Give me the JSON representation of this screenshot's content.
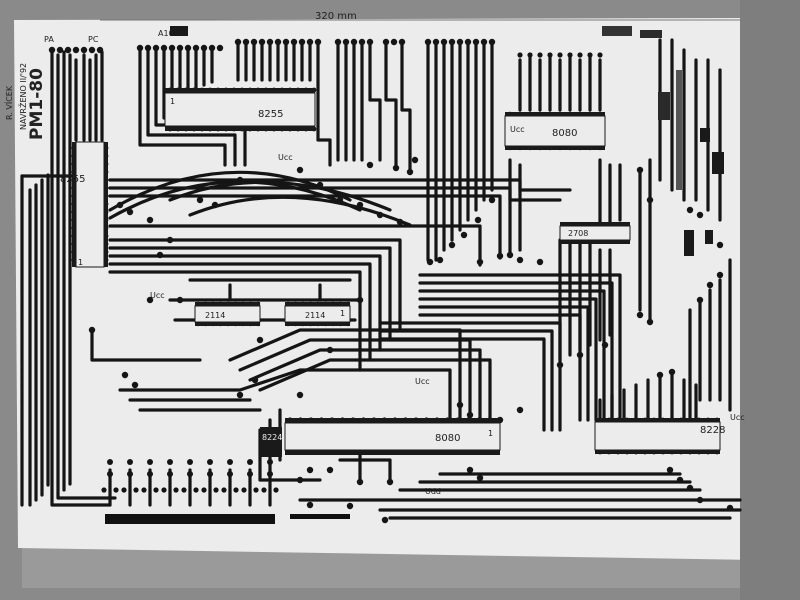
{
  "sheet": {
    "dimension_label": "320 mm",
    "title": "PM1-80",
    "designed_label": "NAVRŽENO II/'92",
    "author": "R. VÍCEK"
  },
  "chips": [
    {
      "id": "u8255_top",
      "label": "8255"
    },
    {
      "id": "u8255_left",
      "label": "8255"
    },
    {
      "id": "u8080_tr",
      "label": "8080"
    },
    {
      "id": "u2716_tr",
      "label": "2708"
    },
    {
      "id": "u2114_a",
      "label": "2114"
    },
    {
      "id": "u2114_b",
      "label": "2114"
    },
    {
      "id": "u8080_main",
      "label": "8080"
    },
    {
      "id": "u8228",
      "label": "8228"
    },
    {
      "id": "u8224",
      "label": "8224"
    }
  ],
  "pin_labels": {
    "ucc_1": "Ucc",
    "ucc_2": "Ucc",
    "ucc_3": "Ucc",
    "ucc_4": "Ucc",
    "ucc_5": "Ucc",
    "udd": "Udd",
    "pin_1a": "1",
    "pin_1b": "1",
    "pin_1c": "1",
    "pin_1d": "1",
    "a10": "A10",
    "pa": "PA",
    "pc": "PC"
  },
  "colors": {
    "paper": "#ececec",
    "ink": "#151515",
    "backdrop": "#8a8a8a"
  }
}
